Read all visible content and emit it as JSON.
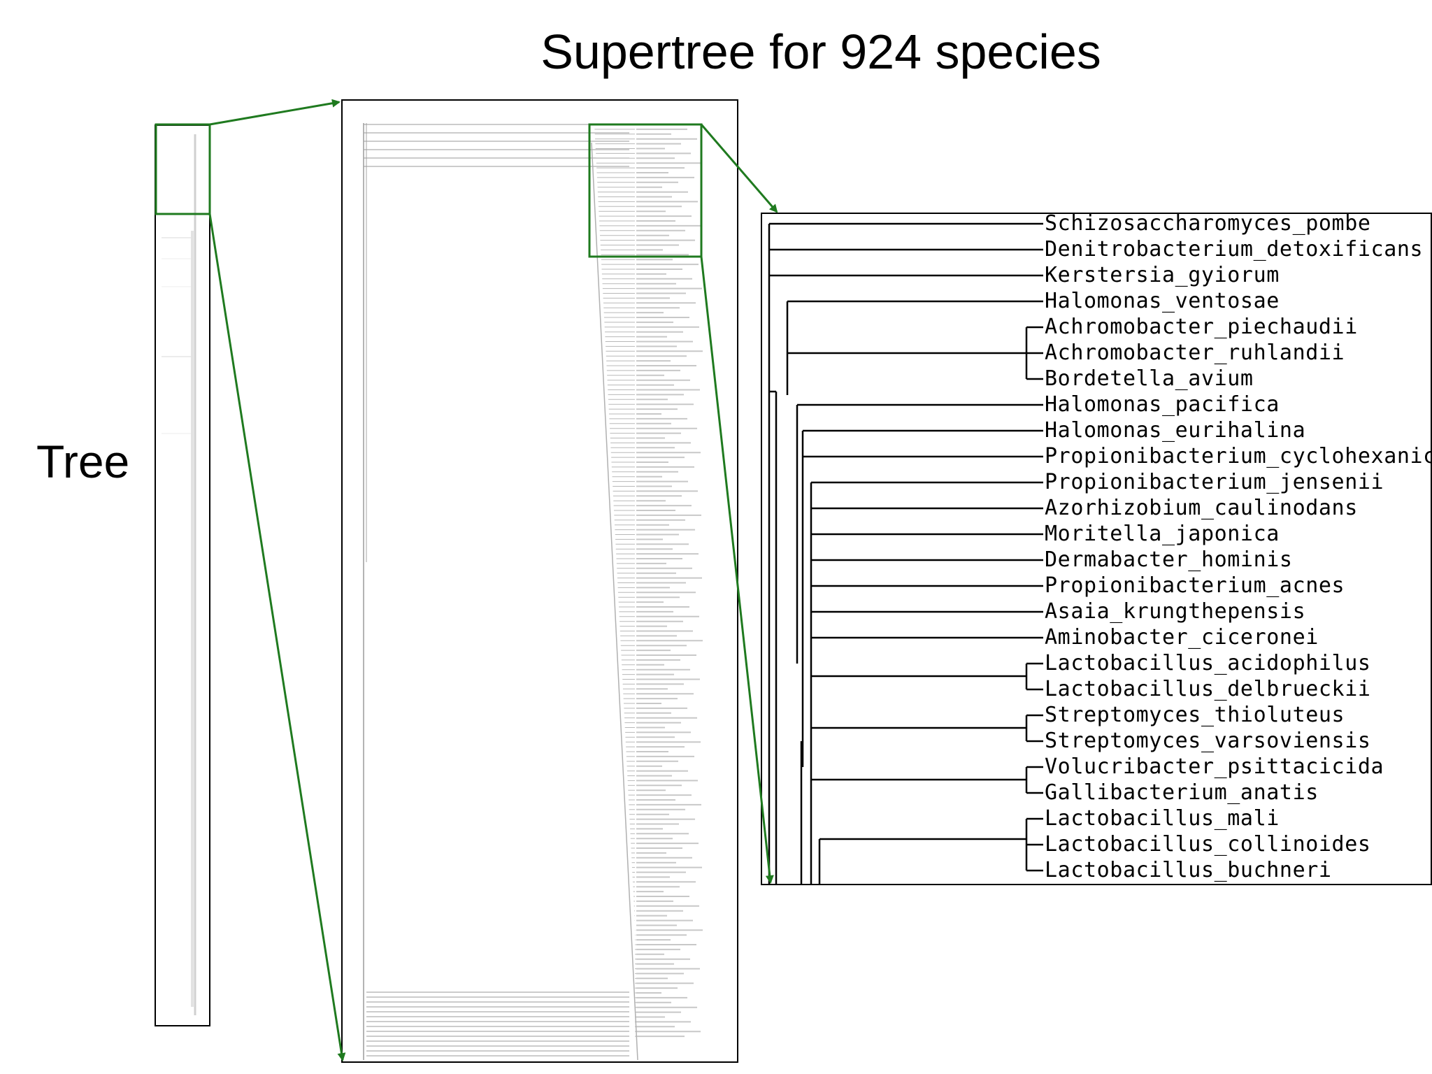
{
  "title": "Supertree for 924 species",
  "side_label": "Tree",
  "highlight_color": "#1f7a1f",
  "zoomed_leaves": [
    "Schizosaccharomyces_pombe",
    "Denitrobacterium_detoxificans",
    "Kerstersia_gyiorum",
    "Halomonas_ventosae",
    "Achromobacter_piechaudii",
    "Achromobacter_ruhlandii",
    "Bordetella_avium",
    "Halomonas_pacifica",
    "Halomonas_eurihalina",
    "Propionibacterium_cyclohexanicum",
    "Propionibacterium_jensenii",
    "Azorhizobium_caulinodans",
    "Moritella_japonica",
    "Dermabacter_hominis",
    "Propionibacterium_acnes",
    "Asaia_krungthepensis",
    "Aminobacter_ciceronei",
    "Lactobacillus_acidophilus",
    "Lactobacillus_delbrueckii",
    "Streptomyces_thioluteus",
    "Streptomyces_varsoviensis",
    "Volucribacter_psittacicida",
    "Gallibacterium_anatis",
    "Lactobacillus_mali",
    "Lactobacillus_collinoides",
    "Lactobacillus_buchneri"
  ]
}
